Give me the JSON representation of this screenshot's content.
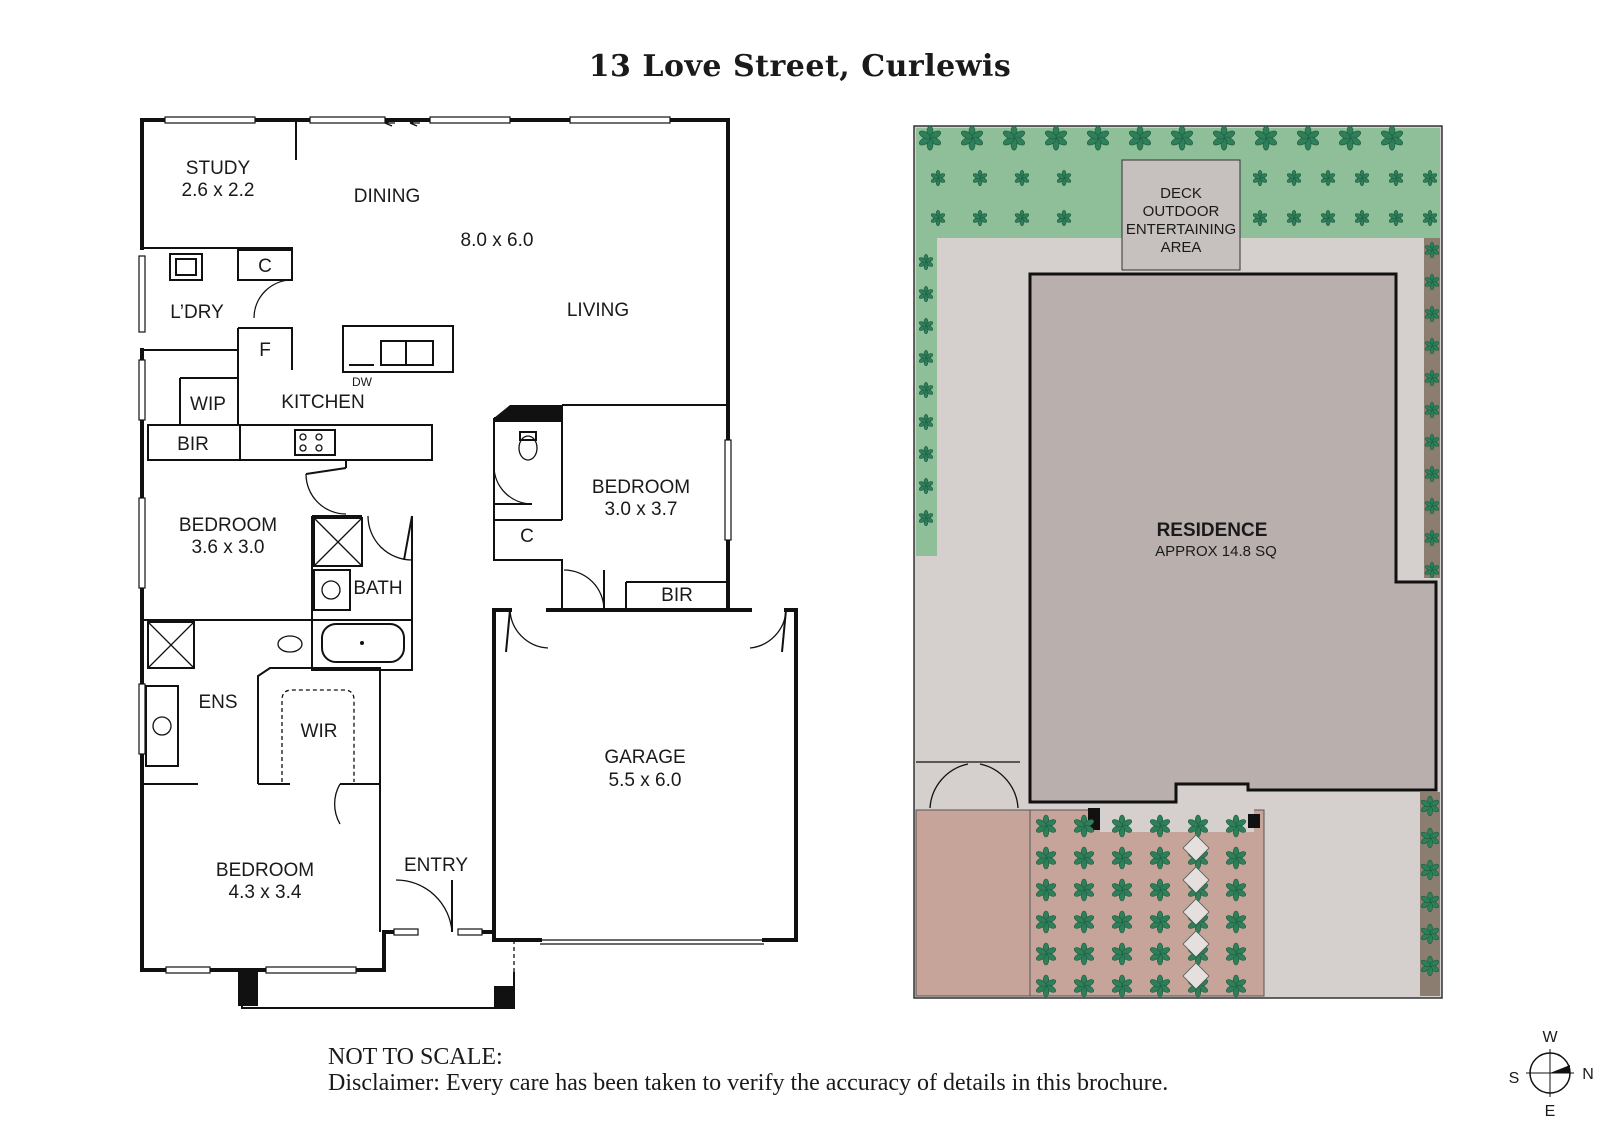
{
  "title": "13 Love Street, Curlewis",
  "floorplan": {
    "rooms": [
      {
        "id": "study",
        "name": "STUDY",
        "size": "2.6 x 2.2"
      },
      {
        "id": "dining",
        "name": "DINING"
      },
      {
        "id": "living-size",
        "size": "8.0 x 6.0"
      },
      {
        "id": "living",
        "name": "LIVING"
      },
      {
        "id": "laundry",
        "name": "L’DRY"
      },
      {
        "id": "laundry-cupboard",
        "name": "C"
      },
      {
        "id": "fridge",
        "name": "F"
      },
      {
        "id": "dishwasher",
        "name": "DW"
      },
      {
        "id": "wip",
        "name": "WIP"
      },
      {
        "id": "kitchen",
        "name": "KITCHEN"
      },
      {
        "id": "bir-1",
        "name": "BIR"
      },
      {
        "id": "bedroom-2",
        "name": "BEDROOM",
        "size": "3.6 x 3.0"
      },
      {
        "id": "bath",
        "name": "BATH"
      },
      {
        "id": "bedroom-3",
        "name": "BEDROOM",
        "size": "3.0 x 3.7"
      },
      {
        "id": "wc-cupboard",
        "name": "C"
      },
      {
        "id": "bir-2",
        "name": "BIR"
      },
      {
        "id": "ensuite",
        "name": "ENS"
      },
      {
        "id": "wir",
        "name": "WIR"
      },
      {
        "id": "garage",
        "name": "GARAGE",
        "size": "5.5 x 6.0"
      },
      {
        "id": "master",
        "name": "BEDROOM",
        "size": "4.3 x 3.4"
      },
      {
        "id": "entry",
        "name": "ENTRY"
      }
    ]
  },
  "siteplan": {
    "deck_lines": [
      "DECK",
      "OUTDOOR",
      "ENTERTAINING",
      "AREA"
    ],
    "residence_label": "RESIDENCE",
    "residence_area": "APPROX 14.8 SQ"
  },
  "notes": {
    "heading": "NOT TO SCALE:",
    "disclaimer": "Disclaimer: Every care has been taken to verify the accuracy of details in this brochure."
  },
  "compass": {
    "top": "W",
    "right": "N",
    "bottom": "E",
    "left": "S"
  },
  "colors": {
    "garden": "#8fbf98",
    "leaf": "#2f7f5a",
    "paving": "#d5cfcd",
    "residence": "#b9b0ae",
    "driveway": "#c6a49a",
    "wall": "#111111"
  }
}
